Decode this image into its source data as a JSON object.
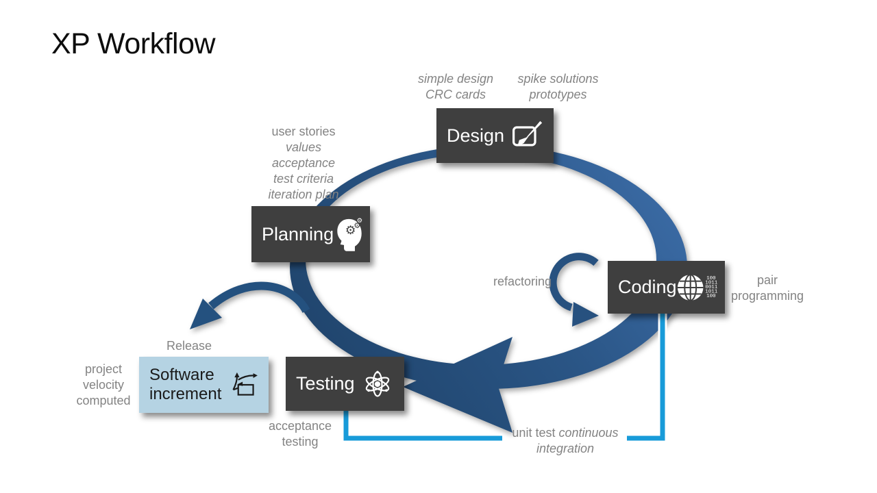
{
  "title": "XP Workflow",
  "colors": {
    "background": "#ffffff",
    "title_text": "#0d0d0d",
    "box": "#3f3f3f",
    "box_text": "#ffffff",
    "increment_bg": "#b5d3e3",
    "increment_text": "#1a1a1a",
    "note_text": "#838383",
    "band_dark": "#1d4066",
    "band_mid": "#2a5585",
    "band_light": "#3e6fab",
    "connector": "#189bd9"
  },
  "boxes": {
    "design": {
      "label": "Design"
    },
    "planning": {
      "label": "Planning"
    },
    "coding": {
      "label": "Coding"
    },
    "testing": {
      "label": "Testing"
    },
    "increment": {
      "line1": "Software",
      "line2": "increment"
    }
  },
  "notes": {
    "design_left": {
      "line1": "simple design",
      "line2": "CRC cards"
    },
    "design_right": {
      "line1": "spike solutions",
      "line2": "prototypes"
    },
    "planning": {
      "line1": "user stories",
      "line2": "values",
      "line3": "acceptance",
      "line4": "test criteria",
      "line5": "iteration plan"
    },
    "refactoring": "refactoring",
    "pair_programming": {
      "line1": "pair",
      "line2": "programming"
    },
    "release": "Release",
    "project_velocity": {
      "line1": "project",
      "line2": "velocity",
      "line3": "computed"
    },
    "acceptance_testing": {
      "line1": "acceptance",
      "line2": "testing"
    },
    "unit_test": {
      "plain": "unit test",
      "italic": "continuous",
      "italic2": "integration"
    }
  },
  "icons": {
    "design": "paintbrush-icon",
    "planning": "head-gears-icon",
    "coding": "globe-binary-icon",
    "testing": "atom-icon",
    "increment": "process-arrows-icon",
    "gear_glyph": "⚙",
    "coding_binary": [
      "100",
      "1011",
      "0011",
      "1011",
      "100"
    ]
  }
}
